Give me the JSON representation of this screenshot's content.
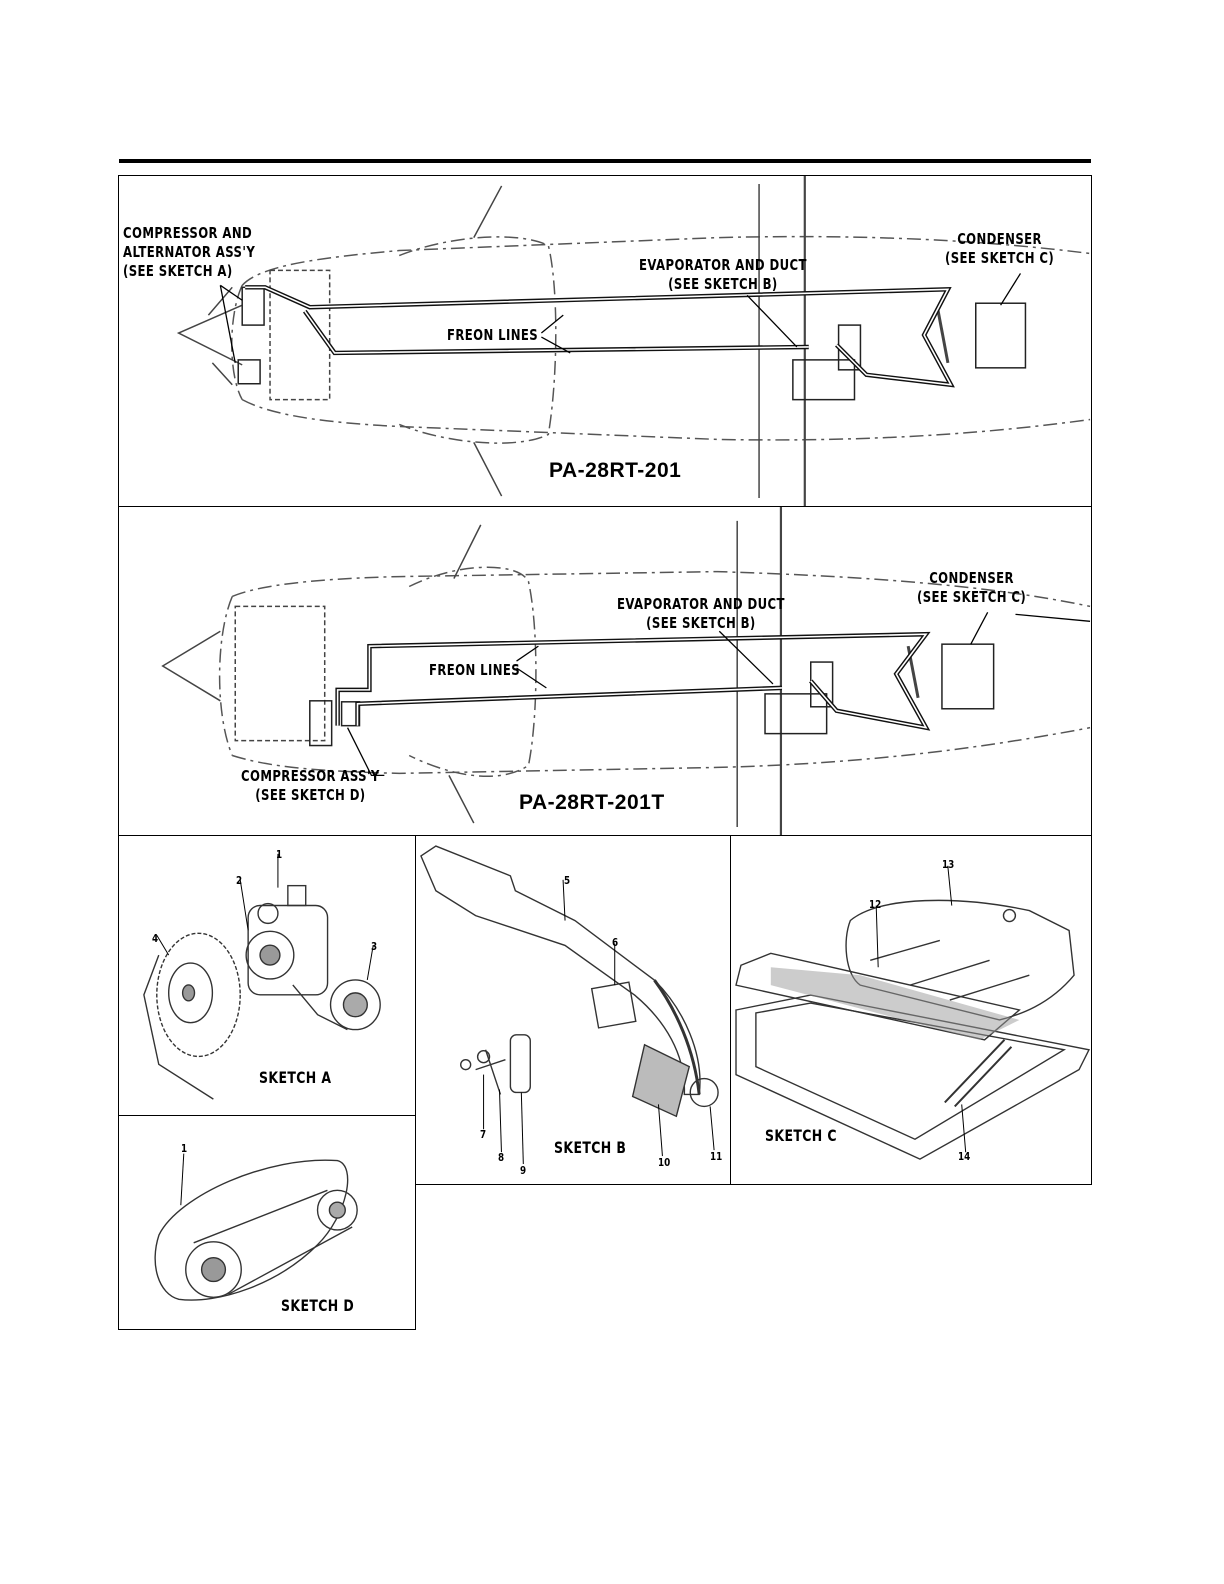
{
  "panel1": {
    "model": "PA-28RT-201",
    "compressor_alt_label": "COMPRESSOR AND\nALTERNATOR ASS'Y\n(SEE SKETCH A)",
    "evaporator_label": "EVAPORATOR AND DUCT\n(SEE SKETCH B)",
    "condenser_label": "CONDENSER\n(SEE SKETCH C)",
    "freon_label": "FREON LINES"
  },
  "panel2": {
    "model": "PA-28RT-201T",
    "compressor_label": "COMPRESSOR ASS'Y\n(SEE SKETCH D)",
    "evaporator_label": "EVAPORATOR AND DUCT\n(SEE SKETCH B)",
    "condenser_label": "CONDENSER\n(SEE SKETCH C)",
    "freon_label": "FREON LINES"
  },
  "sketch_a": {
    "title": "SKETCH A",
    "callouts": [
      "1",
      "2",
      "3",
      "4"
    ]
  },
  "sketch_b": {
    "title": "SKETCH B",
    "callouts": [
      "5",
      "6",
      "7",
      "8",
      "9",
      "10",
      "11"
    ]
  },
  "sketch_c": {
    "title": "SKETCH C",
    "callouts": [
      "12",
      "13",
      "14"
    ]
  },
  "sketch_d": {
    "title": "SKETCH D",
    "callouts": [
      "1"
    ]
  }
}
